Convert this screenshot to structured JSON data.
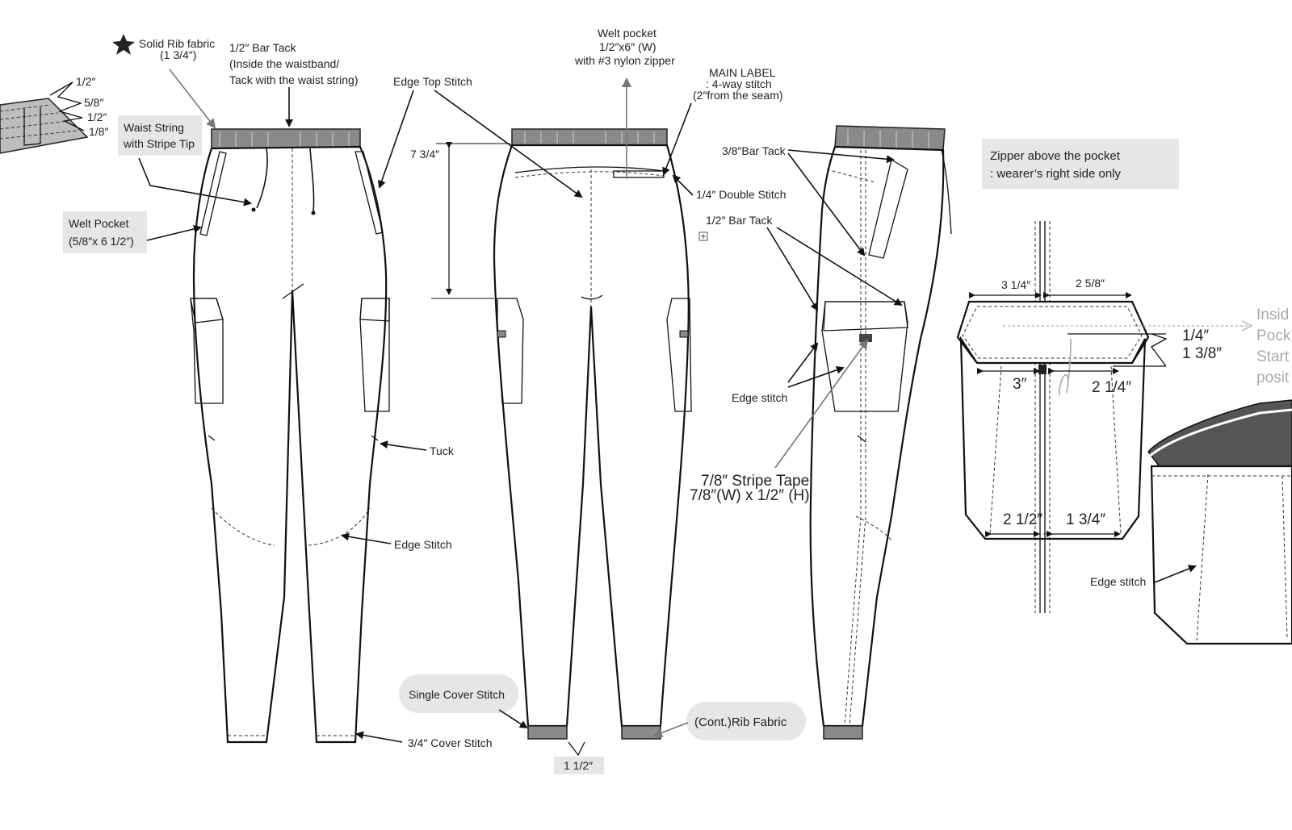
{
  "labels": {
    "solid_rib_fabric": "Solid Rib fabric",
    "solid_rib_size": "(1 3/4″)",
    "rib_half": "1/2″",
    "rib_five_eighths": "5/8″",
    "rib_half_2": "1/2″",
    "rib_eighth": "1/8″",
    "bar_tack_front": "1/2″ Bar Tack",
    "bar_tack_front_note1": "(Inside the waistband/",
    "bar_tack_front_note2": "Tack with the waist string)",
    "waist_string1": "Waist String",
    "waist_string2": "with Stripe Tip",
    "welt_pocket1": "Welt Pocket",
    "welt_pocket2": "(5/8″x 6 1/2″)",
    "edge_top_stitch": "Edge Top Stitch",
    "rise": "7 3/4″",
    "tuck": "Tuck",
    "edge_stitch_front": "Edge Stitch",
    "cover_stitch": "3/4″ Cover Stitch",
    "single_cover_stitch": "Single Cover Stitch",
    "cuff_height": "1 1/2″",
    "rib_fabric_cont": "(Cont.)Rib Fabric",
    "welt_pocket_back1": "Welt pocket",
    "welt_pocket_back2": "1/2″x6″ (W)",
    "welt_pocket_back3": "with #3 nylon zipper",
    "main_label1": "MAIN LABEL",
    "main_label2": ": 4-way stitch",
    "main_label3": "(2″from the seam)",
    "double_stitch": "1/4″ Double Stitch",
    "bar_tack_3_8": "3/8″Bar Tack",
    "bar_tack_1_2": "1/2″ Bar Tack",
    "edge_stitch_side": "Edge stitch",
    "stripe_tape1": "7/8″ Stripe Tape",
    "stripe_tape2": "7/8″(W) x 1/2″ (H)",
    "zipper_note1": "Zipper above the pocket",
    "zipper_note2": ": wearer’s right side only",
    "pocket_w_left": "3 1/4″",
    "pocket_w_right": "2 5/8″",
    "flap_quarter": "1/4″",
    "flap_1_3_8": "1 3/8″",
    "pocket_3": "3″",
    "pocket_2_1_4": "2 1/4″",
    "pocket_2_1_2": "2 1/2″",
    "pocket_1_3_4": "1 3/4″",
    "inside_pocket1": "Insid",
    "inside_pocket2": "Pock",
    "inside_pocket3": "Start",
    "inside_pocket4": "posit",
    "edge_stitch_detail": "Edge stitch"
  },
  "colors": {
    "line": "#111111",
    "rib": "#8a8a8a",
    "callout_box": "#e6e6e6",
    "grey_text": "#aaaaaa"
  },
  "icons": {
    "star": "star-icon"
  }
}
